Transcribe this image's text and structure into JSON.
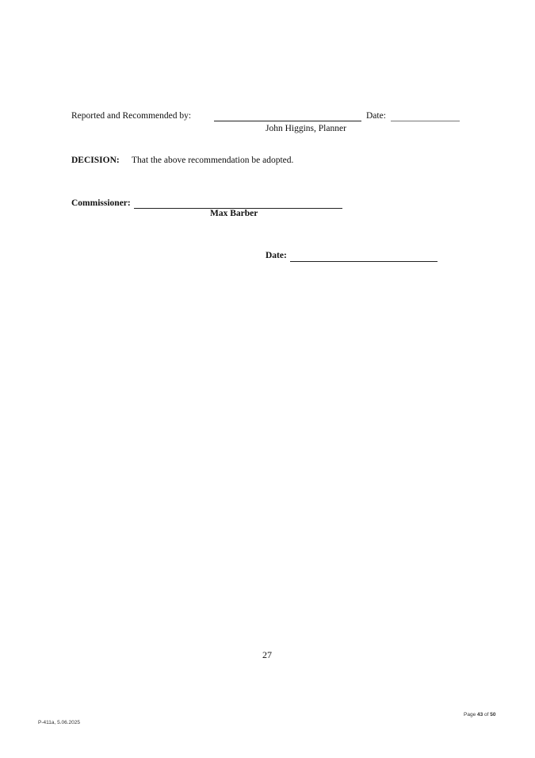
{
  "report": {
    "reported_label": "Reported and Recommended by:",
    "date_label": "Date:",
    "signer_name": "John Higgins, Planner"
  },
  "decision": {
    "label": "DECISION:",
    "text": "That the above recommendation be adopted."
  },
  "commissioner": {
    "label": "Commissioner:",
    "name": "Max Barber",
    "date_label": "Date:"
  },
  "page_number": "27",
  "footer": {
    "form_id": "P-411a, 5.06.2025",
    "page_prefix": "Page",
    "page_current": "43",
    "page_of": "of",
    "page_total": "50"
  }
}
